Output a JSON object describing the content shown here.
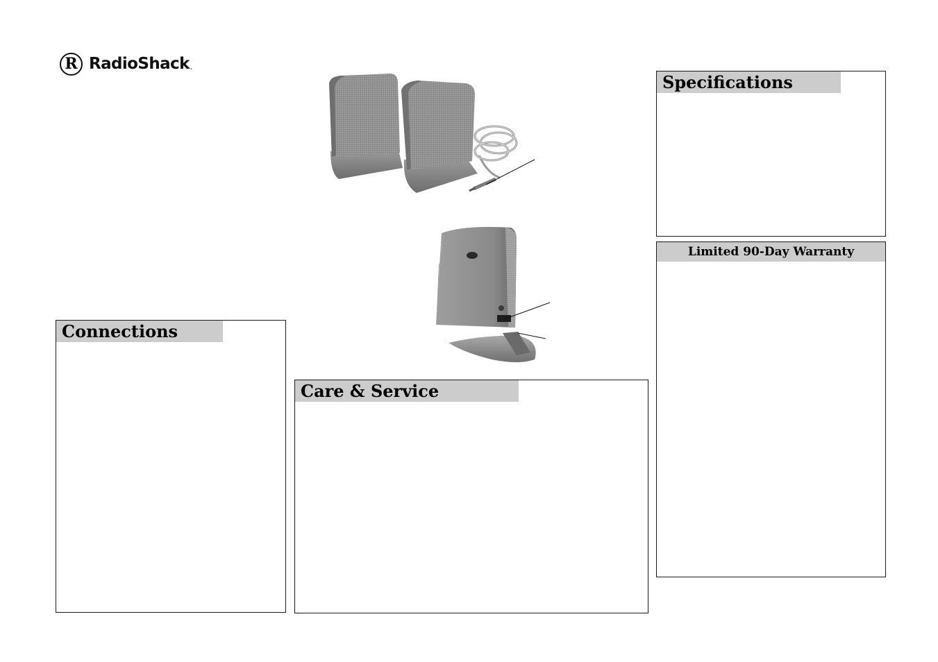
{
  "brand": {
    "logo_mark": "R",
    "name": "RadioShack",
    "trademark_dot": "."
  },
  "sections": {
    "connections": {
      "title": "Connections"
    },
    "care": {
      "title": "Care & Service"
    },
    "specs": {
      "title": "Specifications"
    },
    "warranty": {
      "title": "Limited 90-Day Warranty"
    }
  },
  "illustrations": {
    "speakers_pair": "speaker-pair-illustration",
    "speaker_rear": "speaker-rear-illustration"
  },
  "colors": {
    "header_fill": "#cccccc",
    "border": "#1a1a1a",
    "speaker_grey": "#8a8a8a"
  }
}
